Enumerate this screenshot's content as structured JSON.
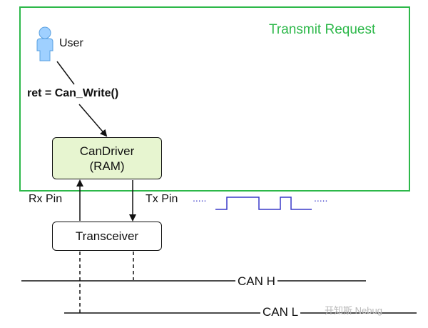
{
  "frame": {
    "title": "Transmit Request",
    "border_color": "#2db84a"
  },
  "user": {
    "label": "User",
    "icon": "person-icon",
    "icon_color": "#9fd0ff"
  },
  "call": {
    "label": "ret = Can_Write()"
  },
  "candriver": {
    "line1": "CanDriver",
    "line2": "(RAM)",
    "fill": "#e7f5d0"
  },
  "transceiver": {
    "label": "Transceiver"
  },
  "pins": {
    "rx": "Rx Pin",
    "tx": "Tx Pin"
  },
  "signal": {
    "color": "#3a3ac8",
    "dots": "....."
  },
  "bus": {
    "can_h": "CAN H",
    "can_l": "CAN L"
  },
  "watermark": {
    "text": "开知斯 Nebug"
  }
}
